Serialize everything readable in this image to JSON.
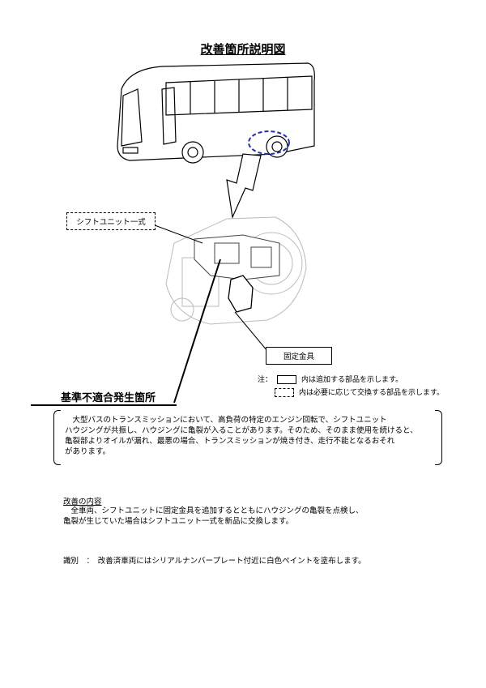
{
  "title": "改善箇所説明図",
  "labels": {
    "shift_unit": "シフトユニット一式",
    "bracket": "固定金具",
    "defect_location": "基準不適合発生箇所"
  },
  "legend": {
    "prefix": "注：",
    "solid": "内は追加する部品を示します。",
    "dashed": "内は必要に応じて交換する部品を示します。"
  },
  "description": [
    "　大型バスのトランスミッションにおいて、高負荷の特定のエンジン回転で、シフトユニット",
    "ハウジングが共振し、ハウジングに亀裂が入ることがあります。そのため、そのまま使用を続けると、",
    "亀裂部よりオイルが漏れ、最悪の場合、トランスミッションが焼き付き、走行不能となるおそれ",
    "があります。"
  ],
  "improvement": {
    "heading": "改善の内容",
    "lines": [
      "　全車両、シフトユニットに固定金具を追加するとともにハウジングの亀裂を点検し、",
      "亀裂が生じていた場合はシフトユニット一式を新品に交換します。"
    ]
  },
  "identification": "識別　：　改善済車両にはシリアルナンバープレート付近に白色ペイントを塗布します。"
}
